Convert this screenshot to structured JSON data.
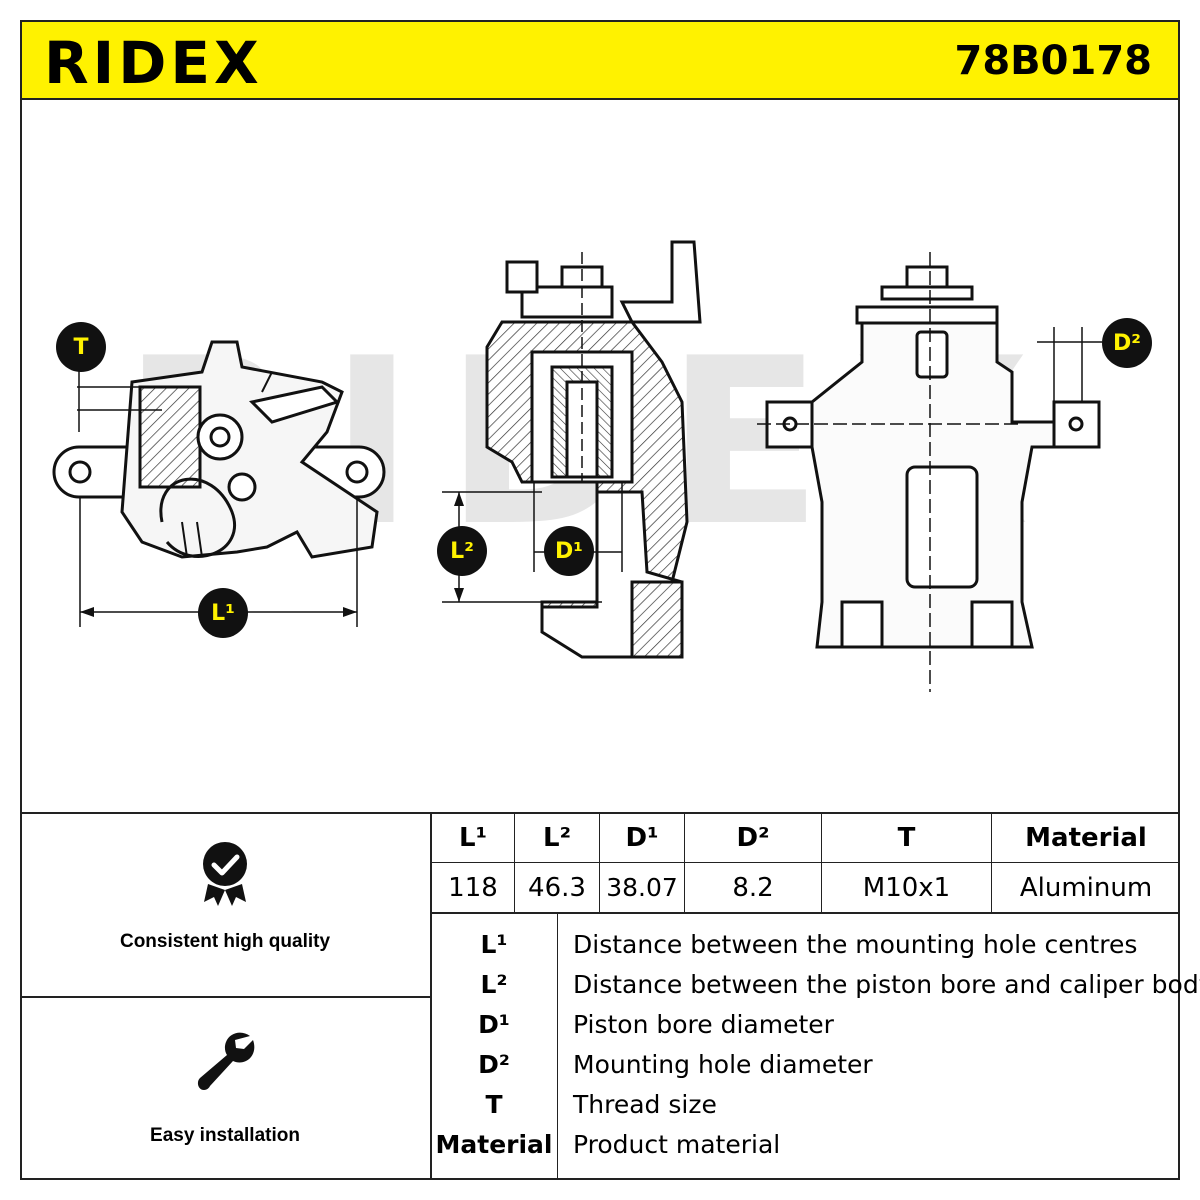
{
  "header": {
    "brand": "RIDEX",
    "part_number": "78B0178",
    "background": "#fff200"
  },
  "drawing": {
    "watermark": "RIDEX",
    "badges": {
      "t": "T",
      "l1": "L¹",
      "l2": "L²",
      "d1": "D¹",
      "d2": "D²"
    }
  },
  "features": [
    {
      "icon": "quality-badge-icon",
      "label": "Consistent high quality"
    },
    {
      "icon": "wrench-icon",
      "label": "Easy installation"
    }
  ],
  "spec_table": {
    "headers": [
      "L¹",
      "L²",
      "D¹",
      "D²",
      "T",
      "Material"
    ],
    "values": [
      "118",
      "46.3",
      "38.07",
      "8.2",
      "M10x1",
      "Aluminum"
    ]
  },
  "legend": [
    {
      "key": "L¹",
      "description": "Distance between the mounting hole centres"
    },
    {
      "key": "L²",
      "description": "Distance between the piston bore and caliper body"
    },
    {
      "key": "D¹",
      "description": "Piston bore diameter"
    },
    {
      "key": "D²",
      "description": "Mounting hole diameter"
    },
    {
      "key": "T",
      "description": "Thread size"
    },
    {
      "key": "Material",
      "description": "Product material"
    }
  ]
}
